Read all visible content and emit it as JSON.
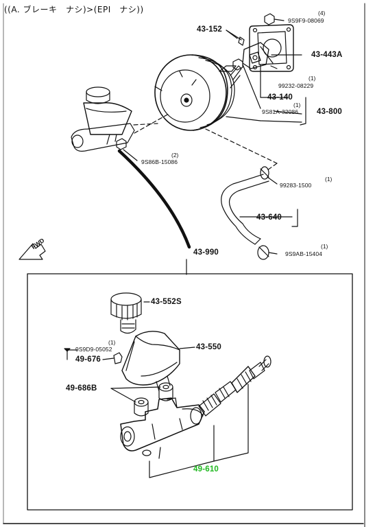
{
  "header": {
    "title": "((A. ブレーキ　ナシ)>(EPI　ナシ))"
  },
  "fwd": {
    "label": "FWD"
  },
  "colors": {
    "line": "#111111",
    "highlight": "#1fb81f",
    "background": "#ffffff"
  },
  "parts": [
    {
      "code": "9S9F9-08069",
      "qty": "(4)"
    },
    {
      "code": "43-152",
      "qty": ""
    },
    {
      "code": "43-443A",
      "qty": ""
    },
    {
      "code": "99232-08229",
      "qty": "(1)"
    },
    {
      "code": "43-140",
      "qty": ""
    },
    {
      "code": "9S81A-32086",
      "qty": "(1)"
    },
    {
      "code": "43-800",
      "qty": ""
    },
    {
      "code": "9S86B-15086",
      "qty": "(2)"
    },
    {
      "code": "99283-1500",
      "qty": "(1)"
    },
    {
      "code": "43-640",
      "qty": ""
    },
    {
      "code": "9S9AB-15404",
      "qty": "(1)"
    },
    {
      "code": "43-990",
      "qty": ""
    },
    {
      "code": "43-552S",
      "qty": ""
    },
    {
      "code": "9S9D9-05052",
      "qty": "(1)"
    },
    {
      "code": "43-550",
      "qty": ""
    },
    {
      "code": "49-676",
      "qty": ""
    },
    {
      "code": "49-686B",
      "qty": ""
    },
    {
      "code": "49-610",
      "qty": ""
    }
  ]
}
